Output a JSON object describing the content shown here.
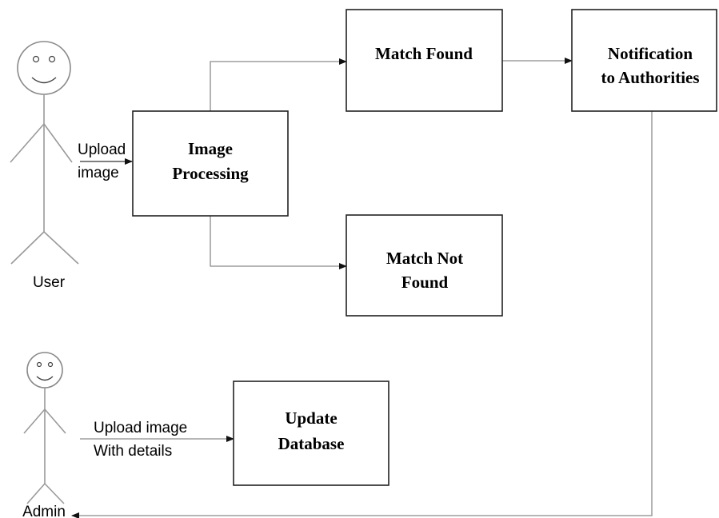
{
  "actors": {
    "user": {
      "label": "User"
    },
    "admin": {
      "label": "Admin"
    }
  },
  "boxes": {
    "image_processing": {
      "lines": [
        "Image",
        "Processing"
      ]
    },
    "match_found": {
      "lines": [
        "Match Found"
      ]
    },
    "match_not_found": {
      "lines": [
        "Match Not",
        "Found"
      ]
    },
    "notification": {
      "lines": [
        "Notification",
        "to Authorities"
      ]
    },
    "update_database": {
      "lines": [
        "Update",
        "Database"
      ]
    }
  },
  "edge_labels": {
    "user_upload": [
      "Upload",
      "image"
    ],
    "admin_upload": [
      "Upload image",
      "With details"
    ]
  },
  "colors": {
    "box_border": "#222222",
    "connector": "#8a8a8a",
    "text": "#000000"
  }
}
